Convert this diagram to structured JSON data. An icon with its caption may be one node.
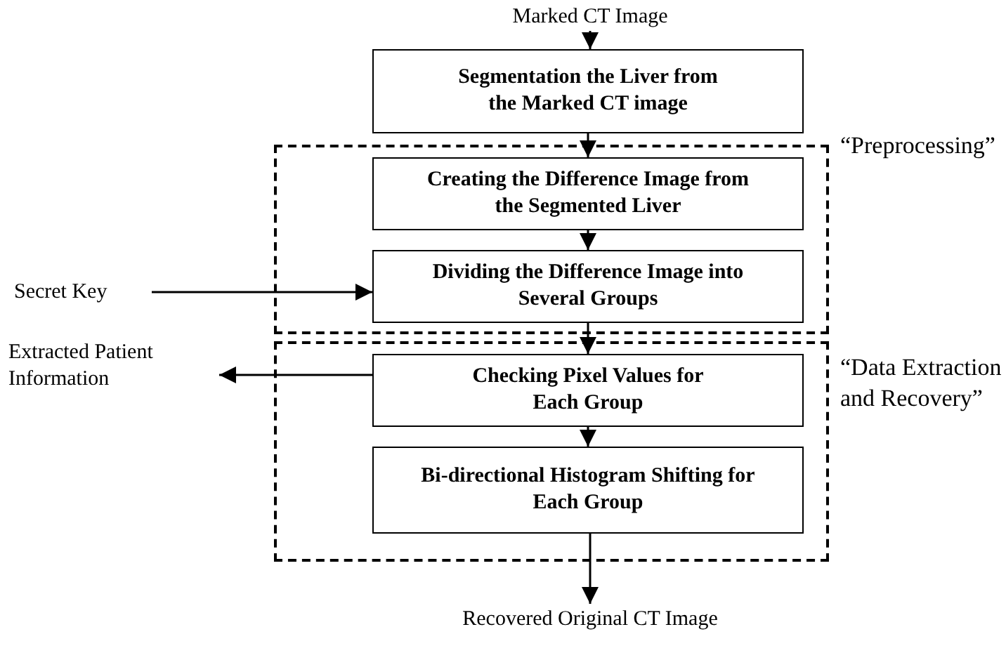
{
  "diagram": {
    "nodes": [
      {
        "text": [
          "Marked CT Image"
        ]
      },
      {
        "text": [
          "Segmentation the Liver from the Marked CT image"
        ]
      },
      {
        "text": [
          "“Preprocessing”"
        ]
      },
      {
        "text": [
          "Creating the Difference Image from the Segmented Liver"
        ],
        "in": 2
      },
      {
        "text": [
          "Dividing the Difference Image into Several Groups"
        ],
        "in": 2
      },
      {
        "text": [
          "Secret Key"
        ]
      },
      {
        "text": [
          "“Data Extraction and Recovery”"
        ]
      },
      {
        "text": [
          "Checking Pixel Values for Each Group"
        ],
        "in": 6
      },
      {
        "text": [
          "Extracted Patient Information"
        ]
      },
      {
        "text": [
          "Bi-directional Histogram Shifting for Each Group"
        ],
        "in": 6
      },
      {
        "text": [
          "Recovered Original CT Image"
        ]
      }
    ],
    "edges": [
      {
        "from": 0,
        "to": 1,
        "arrow": "to"
      },
      {
        "from": 1,
        "to": 3,
        "arrow": "to"
      },
      {
        "from": 3,
        "to": 4,
        "arrow": "to"
      },
      {
        "from": 5,
        "to": 4,
        "arrow": "to"
      },
      {
        "from": 4,
        "to": 7,
        "arrow": "to"
      },
      {
        "from": 7,
        "to": 8,
        "arrow": "to"
      },
      {
        "from": 7,
        "to": 9,
        "arrow": "to"
      },
      {
        "from": 9,
        "to": 10,
        "arrow": "to"
      }
    ]
  }
}
